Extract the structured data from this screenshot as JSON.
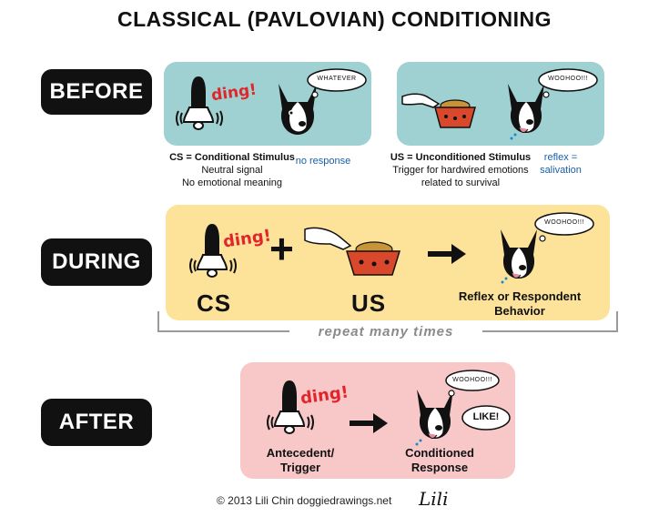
{
  "title": "CLASSICAL (PAVLOVIAN) CONDITIONING",
  "stages": {
    "before": "BEFORE",
    "during": "DURING",
    "after": "AFTER"
  },
  "before": {
    "left_bubble": "WHATEVER",
    "ding": "ding!",
    "cs_title": "CS = Conditional Stimulus",
    "cs_line1": "Neutral signal",
    "cs_line2": "No emotional meaning",
    "cs_result": "no response",
    "right_bubble": "WOOHOO!!!",
    "us_title": "US = Unconditioned Stimulus",
    "us_line1": "Trigger for hardwired emotions",
    "us_line2": "related to survival",
    "us_result_line1": "reflex =",
    "us_result_line2": "salivation"
  },
  "during": {
    "ding": "ding!",
    "plus": "+",
    "bubble": "WOOHOO!!!",
    "cs": "CS",
    "us": "US",
    "reflex_line1": "Reflex or Respondent",
    "reflex_line2": "Behavior",
    "repeat": "repeat many times"
  },
  "after": {
    "ding": "ding!",
    "bubble1": "WOOHOO!!!",
    "bubble2": "LIKE!",
    "antecedent_line1": "Antecedent/",
    "antecedent_line2": "Trigger",
    "response_line1": "Conditioned",
    "response_line2": "Response"
  },
  "footer": {
    "credit": "© 2013 Lili Chin doggiedrawings.net",
    "signature": "Lili"
  },
  "colors": {
    "teal": "#9fd1d2",
    "yellow": "#fde39a",
    "pink": "#f8c7c7",
    "ding_red": "#e0262b",
    "bowl_red": "#d9482b",
    "reflex_blue": "#1a5fa8"
  },
  "icons": [
    "bell-icon",
    "dog-face-icon",
    "food-bowl-icon",
    "hand-icon",
    "arrow-right-icon",
    "plus-icon",
    "thought-bubble-icon"
  ]
}
